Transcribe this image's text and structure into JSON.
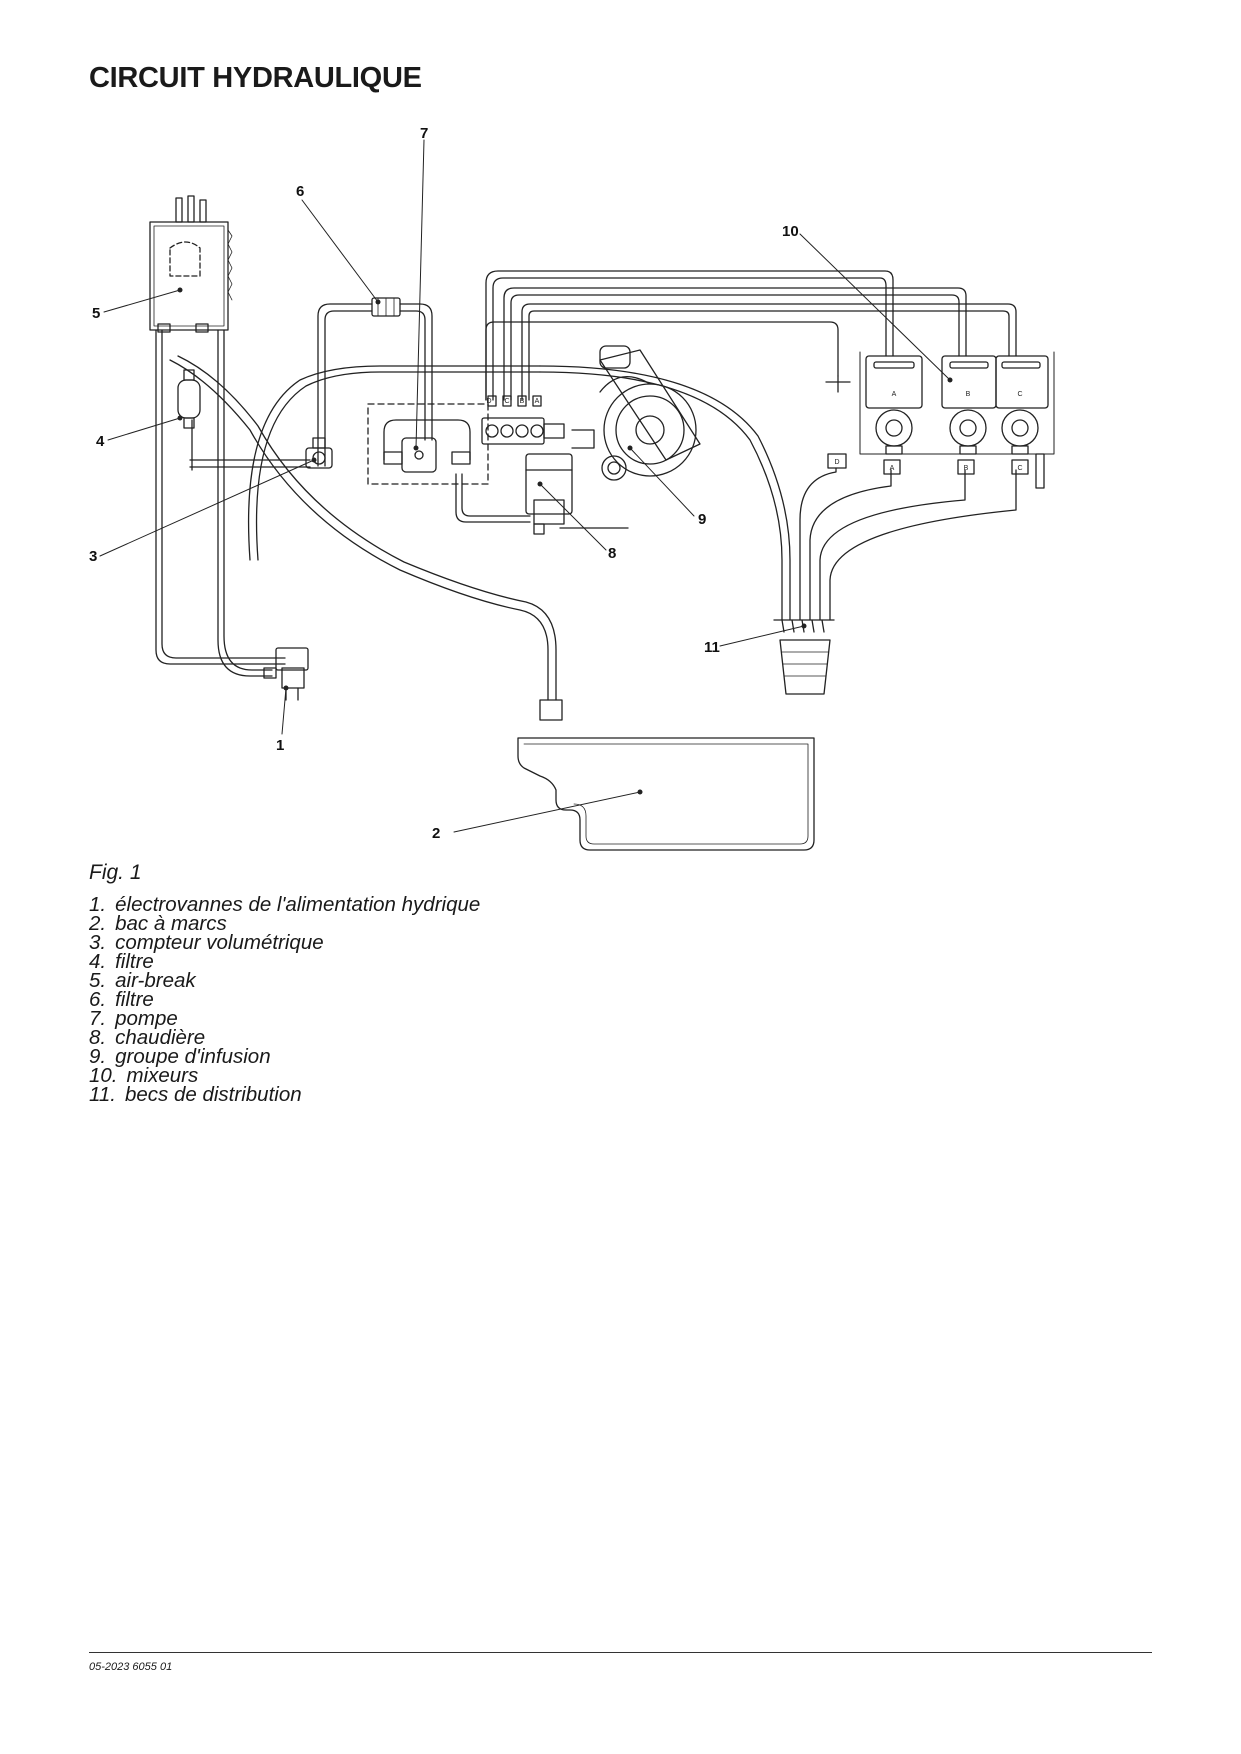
{
  "page": {
    "title": "CIRCUIT HYDRAULIQUE",
    "figure_caption": "Fig. 1",
    "footer_reference": "05-2023 6055 01"
  },
  "diagram": {
    "callouts": [
      {
        "id": "1",
        "label": "1"
      },
      {
        "id": "2",
        "label": "2"
      },
      {
        "id": "3",
        "label": "3"
      },
      {
        "id": "4",
        "label": "4"
      },
      {
        "id": "5",
        "label": "5"
      },
      {
        "id": "6",
        "label": "6"
      },
      {
        "id": "7",
        "label": "7"
      },
      {
        "id": "8",
        "label": "8"
      },
      {
        "id": "9",
        "label": "9"
      },
      {
        "id": "10",
        "label": "10"
      },
      {
        "id": "11",
        "label": "11"
      }
    ],
    "valve_tags": [
      "D",
      "C",
      "B",
      "A"
    ],
    "mixer_tags": [
      "A",
      "B",
      "C"
    ],
    "outlet_tags": [
      "D",
      "A",
      "B",
      "C"
    ]
  },
  "legend": [
    {
      "num": "1.",
      "text": "électrovannes de l'alimentation hydrique"
    },
    {
      "num": "2.",
      "text": "bac à marcs"
    },
    {
      "num": "3.",
      "text": "compteur volumétrique"
    },
    {
      "num": "4.",
      "text": "filtre"
    },
    {
      "num": "5.",
      "text": "air-break"
    },
    {
      "num": "6.",
      "text": "filtre"
    },
    {
      "num": "7.",
      "text": "pompe"
    },
    {
      "num": "8.",
      "text": "chaudière"
    },
    {
      "num": "9.",
      "text": "groupe d'infusion"
    },
    {
      "num": "10.",
      "text": "mixeurs"
    },
    {
      "num": "11.",
      "text": "becs de distribution"
    }
  ]
}
